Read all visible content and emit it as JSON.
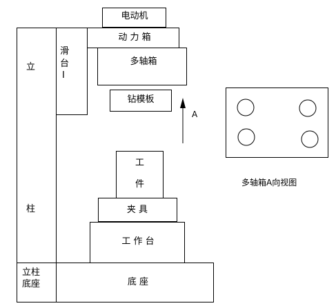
{
  "labels": {
    "motor": "电动机",
    "power_box": "动  力  箱",
    "spindle_box": "多轴箱",
    "drill_template": "钻模板",
    "slide_line1": "滑",
    "slide_line2": "台",
    "slide_line3": "I",
    "column_top": "立",
    "column_bottom": "柱",
    "workpiece_line1": "工",
    "workpiece_line2": "件",
    "fixture": "夹 具",
    "worktable": "工 作 台",
    "column_base_line1": "立柱",
    "column_base_line2": "底座",
    "base": "底      座",
    "arrow_label": "A",
    "view_caption": "多轴箱A向视图"
  }
}
